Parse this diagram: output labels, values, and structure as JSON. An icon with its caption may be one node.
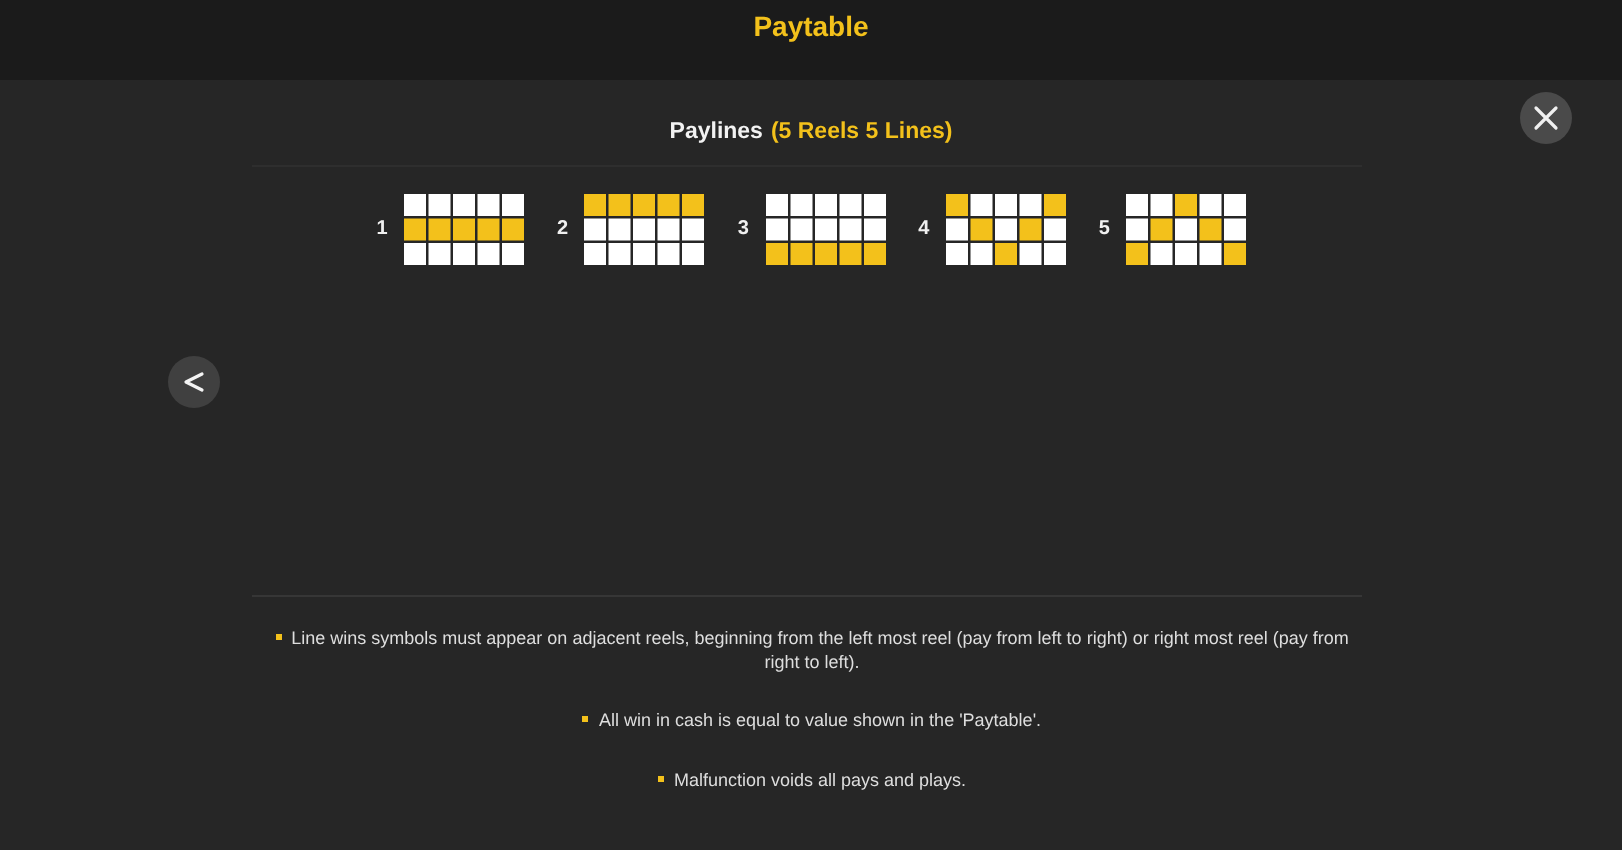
{
  "diagram": {
    "title": "Paytable",
    "nodes": [
      {
        "text": [],
        "shape": "grid",
        "beside": [
          "1"
        ]
      },
      {
        "text": [],
        "shape": "grid",
        "beside": [
          "2"
        ]
      },
      {
        "text": [],
        "shape": "grid",
        "beside": [
          "3"
        ]
      },
      {
        "text": [],
        "shape": "grid",
        "beside": [
          "4"
        ]
      },
      {
        "text": [],
        "shape": "grid",
        "beside": [
          "5"
        ]
      }
    ],
    "labels": [
      "Paylines",
      "(5 Reels 5 Lines)",
      "Line wins symbols must appear on adjacent reels, beginning from the left most reel (pay from left to right) or right most reel (pay from right to left).",
      "All win in cash is equal to value shown in the 'Paytable'.",
      "Malfunction voids all pays and plays."
    ]
  }
}
